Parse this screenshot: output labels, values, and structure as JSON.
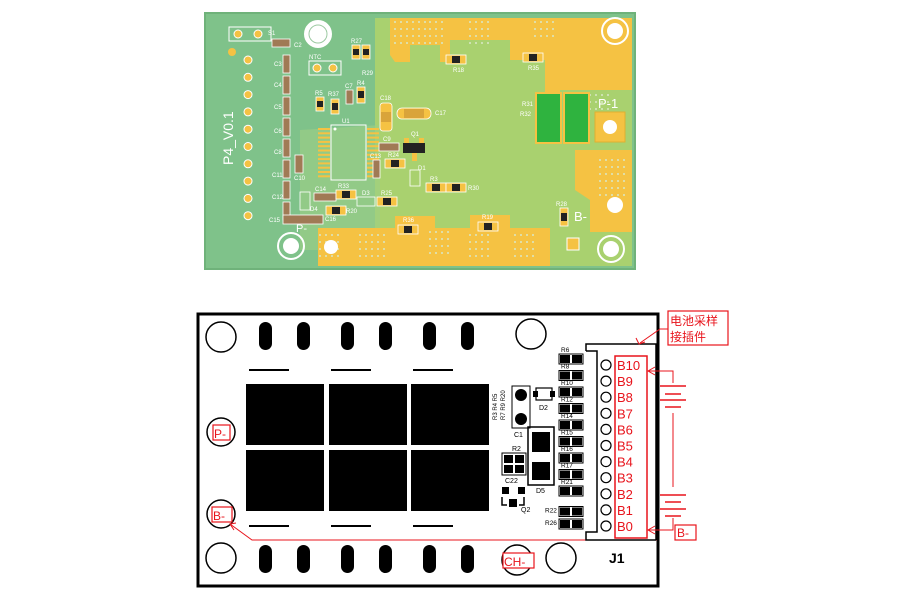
{
  "pcb_render": {
    "board_label": "P4_V0.1",
    "pad_labels": {
      "p_minus_1": "P-1",
      "b_minus": "B-",
      "p_minus": "P-"
    },
    "components": {
      "s1": "S1",
      "c2": "C2",
      "c3": "C3",
      "c4": "C4",
      "c5": "C5",
      "c6": "C6",
      "c8": "C8",
      "c10": "C10",
      "c11": "C11",
      "c12": "C12",
      "c13": "C13",
      "c14": "C14",
      "c15": "C15",
      "c16": "C16",
      "c17": "C17",
      "c18": "C18",
      "c9": "C9",
      "c7": "C7",
      "ntc": "NTC",
      "r27": "R27",
      "r29": "R29",
      "r4": "R4",
      "r5": "R5",
      "r37": "R37",
      "u1": "U1",
      "q1": "Q1",
      "d1": "D1",
      "d3": "D3",
      "d4": "D4",
      "r24": "R24",
      "r3": "R3",
      "r30": "R30",
      "r33": "R33",
      "r20": "R20",
      "r25": "R25",
      "r36": "R36",
      "r19": "R19",
      "r18": "R18",
      "r35": "R35",
      "r31": "R31",
      "r32": "R32",
      "r28": "R28"
    },
    "colors": {
      "board": "#7fc28a",
      "board_light": "#a9d16f",
      "copper": "#f5c243",
      "shunt": "#2fb33f",
      "silk": "#ffffff",
      "pad": "#f1b21f"
    }
  },
  "schematic": {
    "callout": {
      "line1": "电池采样",
      "line2": "接插件"
    },
    "connector_name": "J1",
    "pins": [
      "B10",
      "B9",
      "B8",
      "B7",
      "B6",
      "B5",
      "B4",
      "B3",
      "B2",
      "B1",
      "B0"
    ],
    "labels": {
      "p_minus": "P-",
      "b_minus": "B-",
      "ch_minus": "CH-",
      "b_minus_battery": "B-"
    },
    "resistors": [
      "R6",
      "R8",
      "R10",
      "R12",
      "R14",
      "R15",
      "R16",
      "R17",
      "R21",
      "R22",
      "R26"
    ],
    "parts": {
      "c1": "C1",
      "d2": "D2",
      "r2": "R2",
      "c22": "C22",
      "d5": "D5",
      "q2": "Q2",
      "rot1": "R3 R4 R5",
      "rot2": "R7 R9 R20"
    },
    "colors": {
      "annotation": "#e8141c",
      "outline": "#000000"
    }
  }
}
